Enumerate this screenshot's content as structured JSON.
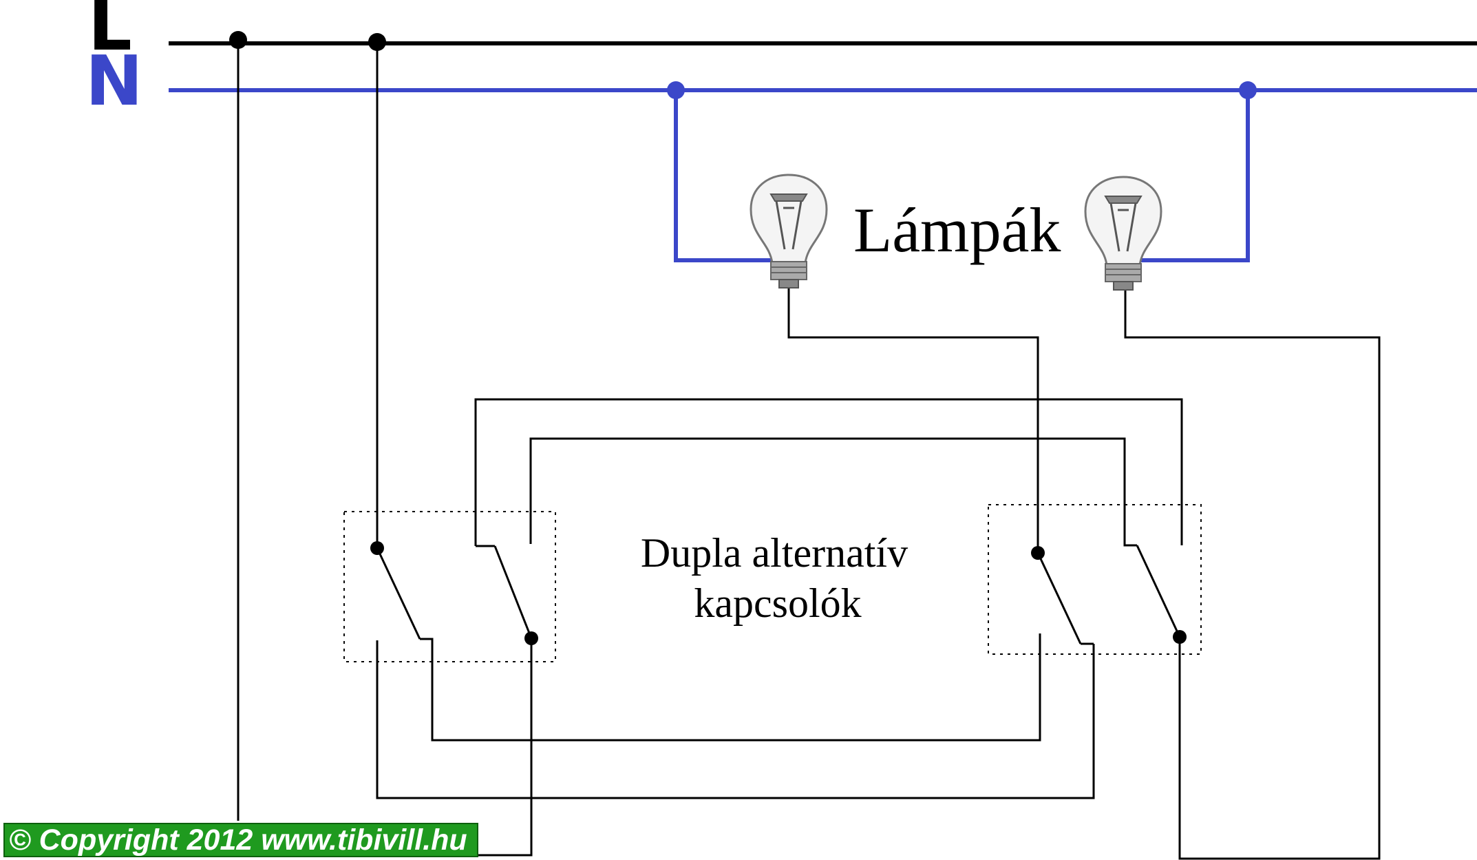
{
  "labels": {
    "live": "L",
    "neutral": "N",
    "lamps": "Lámpák",
    "switches_line1": "Dupla alternatív",
    "switches_line2": "kapcsolók",
    "copyright": "© Copyright 2012 www.tibivill.hu"
  },
  "colors": {
    "live_wire": "#000000",
    "neutral_wire": "#3b47c9",
    "copyright_bg": "#1f9a1f",
    "copyright_text": "#ffffff"
  },
  "icons": [
    "light-bulb-icon",
    "light-bulb-icon"
  ]
}
